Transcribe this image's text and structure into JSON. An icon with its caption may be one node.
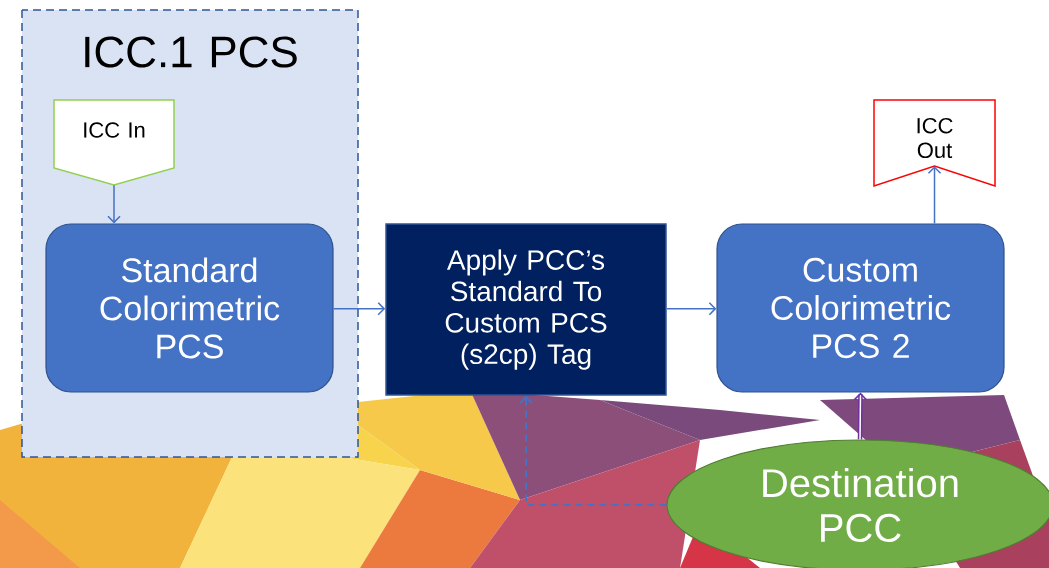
{
  "diagram": {
    "nodes": [
      {
        "text": [
          "ICC.1 PCS"
        ]
      },
      {
        "text": [
          "ICC In"
        ],
        "in": 0
      },
      {
        "text": [
          "Standard Colorimetric PCS"
        ],
        "in": 0
      },
      {
        "text": [
          "Apply PCC’s Standard To Custom PCS (s2cp) Tag"
        ]
      },
      {
        "text": [
          "Custom Colorimetric PCS 2"
        ]
      },
      {
        "text": [
          "ICC Out"
        ]
      },
      {
        "text": [
          "Destination PCC"
        ]
      }
    ],
    "edges": [
      {
        "from": 1,
        "to": 2,
        "arrow": "to"
      },
      {
        "from": 2,
        "to": 3,
        "arrow": "to"
      },
      {
        "from": 3,
        "to": 4,
        "arrow": "to"
      },
      {
        "from": 4,
        "to": 5,
        "arrow": "to"
      },
      {
        "from": 6,
        "to": 3,
        "arrow": "to",
        "style": "dashed"
      },
      {
        "from": 6,
        "to": 4,
        "arrow": "to",
        "style": "thick",
        "color": "#7030a0"
      }
    ]
  }
}
